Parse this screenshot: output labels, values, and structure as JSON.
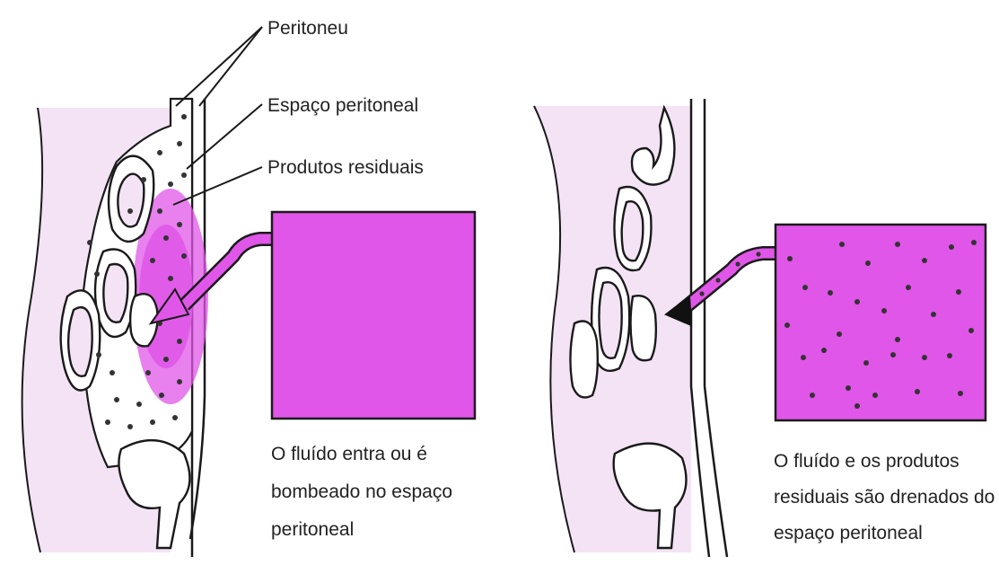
{
  "labels": {
    "peritoneum": "Peritoneu",
    "peritoneal_space": "Espaço peritoneal",
    "waste_products": "Produtos residuais"
  },
  "captions": {
    "left": [
      "O fluído entra ou é",
      "bombeado no espaço",
      "peritoneal"
    ],
    "right": [
      "O fluído e os produtos",
      "residuais são drenados do",
      "espaço peritoneal"
    ]
  },
  "colors": {
    "tissue": "#f4e3f5",
    "fluid": "#e056e8",
    "outline": "#1a1a1a",
    "particle": "#333333"
  }
}
